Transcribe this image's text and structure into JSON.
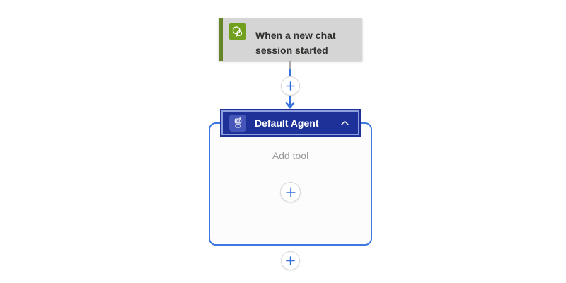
{
  "surface": "agent-flow-designer-canvas",
  "trigger_card": {
    "title": "When a new chat session started",
    "icon": "chat-bubbles-icon",
    "colors": {
      "card_bg": "#d5d5d5",
      "stripe": "#67862a",
      "icon_bg": "#71a01f",
      "title_text": "#30302e"
    }
  },
  "connector": {
    "insert_icon": "plus-icon",
    "arrow_icon": "arrow-down-icon",
    "colors": {
      "line_blue": "#3672de",
      "stub_gray": "#a8a8a8",
      "plus": "#3470dd",
      "circle_border": "#d8d8d8"
    }
  },
  "agent_card": {
    "header_title": "Default Agent",
    "header_icon": "bot-icon",
    "collapse_icon": "chevron-up-icon",
    "body_placeholder": "Add tool",
    "add_tool_icon": "plus-icon",
    "colors": {
      "header_bg": "#1e3199",
      "selected_border": "#8fa0de",
      "icon_bg": "#4556b8",
      "title_text": "#ffffff",
      "container_border": "#3d77e0",
      "container_bg": "#fcfcfc",
      "placeholder_text": "#9a9a9a"
    }
  },
  "bottom_insert_icon": "plus-icon"
}
